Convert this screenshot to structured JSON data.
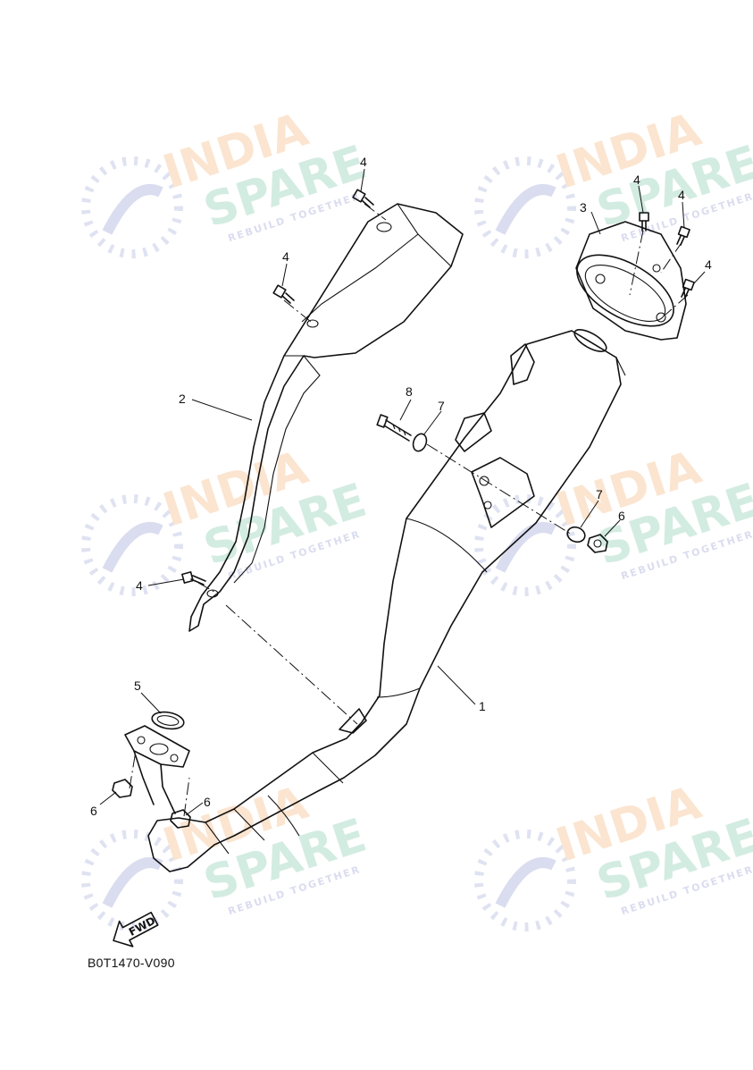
{
  "diagram_code": "B0T1470-V090",
  "fwd_label": "FWD",
  "watermark": {
    "line1": "INDIA",
    "line2": "SPARE",
    "tagline": "REBUILD TOGETHER"
  },
  "callouts": [
    {
      "id": "c1",
      "label": "1"
    },
    {
      "id": "c2",
      "label": "2"
    },
    {
      "id": "c3",
      "label": "3"
    },
    {
      "id": "c4a",
      "label": "4"
    },
    {
      "id": "c4b",
      "label": "4"
    },
    {
      "id": "c4c",
      "label": "4"
    },
    {
      "id": "c4d",
      "label": "4"
    },
    {
      "id": "c4e",
      "label": "4"
    },
    {
      "id": "c4f",
      "label": "4"
    },
    {
      "id": "c5",
      "label": "5"
    },
    {
      "id": "c6a",
      "label": "6"
    },
    {
      "id": "c6b",
      "label": "6"
    },
    {
      "id": "c6c",
      "label": "6"
    },
    {
      "id": "c7a",
      "label": "7"
    },
    {
      "id": "c7b",
      "label": "7"
    },
    {
      "id": "c8",
      "label": "8"
    }
  ],
  "colors": {
    "line": "#111111",
    "watermark_orange": "#fbe3cc",
    "watermark_green": "#cfeadf",
    "watermark_blue": "#d6d9ee"
  }
}
